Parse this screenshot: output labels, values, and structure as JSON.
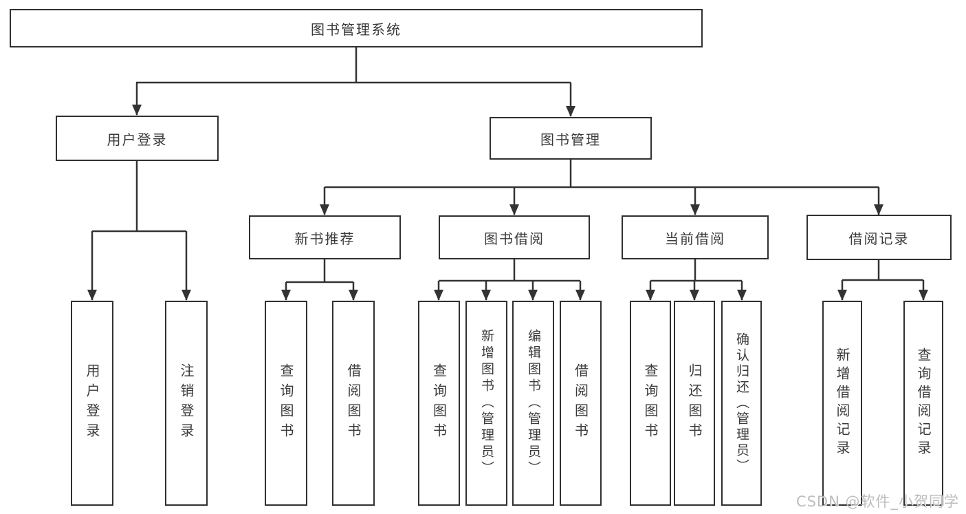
{
  "tree": {
    "root": "图书管理系统",
    "branches": [
      {
        "label": "用户登录",
        "leaves": [
          "用户登录",
          "注销登录"
        ]
      },
      {
        "label": "图书管理",
        "groups": [
          {
            "label": "新书推荐",
            "leaves": [
              "查询图书",
              "借阅图书"
            ]
          },
          {
            "label": "图书借阅",
            "leaves": [
              "查询图书",
              "新增图书（管理员）",
              "编辑图书（管理员）",
              "借阅图书"
            ]
          },
          {
            "label": "当前借阅",
            "leaves": [
              "查询图书",
              "归还图书",
              "确认归还（管理员）"
            ]
          },
          {
            "label": "借阅记录",
            "leaves": [
              "新增借阅记录",
              "查询借阅记录"
            ]
          }
        ]
      }
    ]
  },
  "watermark": {
    "text": "CSDN @软件_小贺同学"
  },
  "colors": {
    "line": "#333333",
    "box_border": "#303030",
    "text": "#3a3a3a",
    "background": "#ffffff",
    "watermark": "#b2b2b2"
  }
}
